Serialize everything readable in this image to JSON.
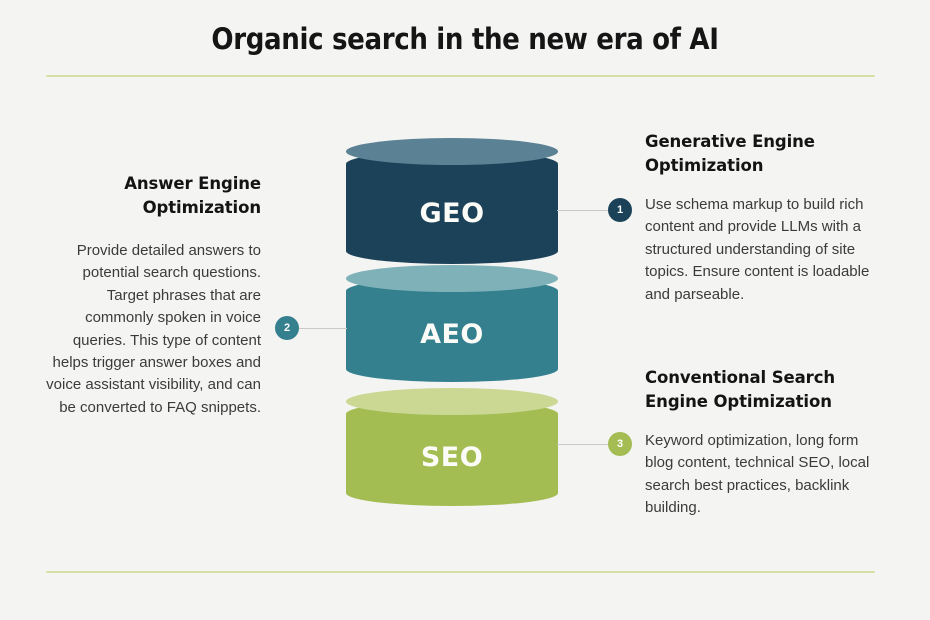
{
  "page": {
    "title": "Organic search in the new era of AI",
    "background_color": "#f4f4f2",
    "rule_color": "#d6e0a4"
  },
  "stack": {
    "layers": [
      {
        "id": "geo",
        "label": "GEO",
        "body_color": "#1c4259",
        "top_color": "#5b8194",
        "badge": "1"
      },
      {
        "id": "aeo",
        "label": "AEO",
        "body_color": "#35808f",
        "top_color": "#7fb2b8",
        "badge": "2"
      },
      {
        "id": "seo",
        "label": "SEO",
        "body_color": "#a3bd52",
        "top_color": "#cbd894",
        "badge": "3"
      }
    ]
  },
  "blocks": {
    "aeo": {
      "heading": "Answer Engine Optimization",
      "body": "Provide detailed answers to potential search questions. Target phrases that are commonly spoken in voice queries. This type of content helps trigger answer boxes and voice assistant visibility, and can be converted to FAQ snippets.",
      "badge": "2"
    },
    "geo": {
      "heading": "Generative Engine Optimization",
      "body": "Use schema markup to build rich content and provide LLMs with a structured understanding of site topics. Ensure content is loadable and parseable.",
      "badge": "1"
    },
    "seo": {
      "heading": "Conventional Search Engine Optimization",
      "body": "Keyword optimization, long form blog content, technical SEO, local search best practices, backlink building.",
      "badge": "3"
    }
  }
}
